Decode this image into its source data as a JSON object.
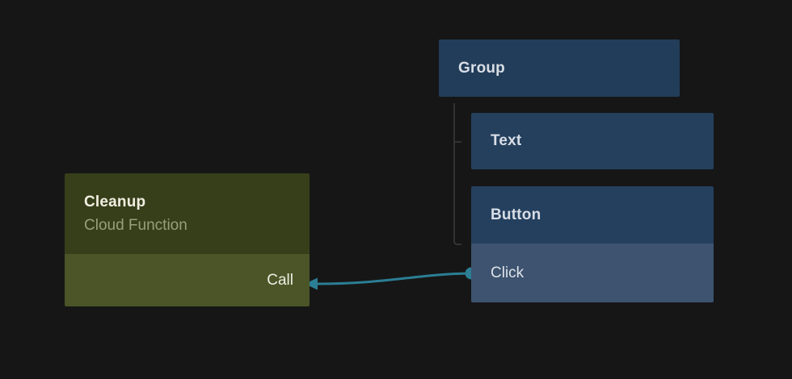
{
  "canvas": {
    "background": "#161616"
  },
  "colors": {
    "node_header_blue": "#223d59",
    "node_child_header_blue": "#24405e",
    "event_row_blue": "#3d536f",
    "function_header_green": "#363f1a",
    "action_row_green": "#4b5528",
    "connection_teal": "#2b7e94",
    "tree_line_gray": "#3c3c3c",
    "node_label_text": "#d9dee6",
    "function_title_text": "#f1eee1",
    "function_subtitle_text": "#96a078"
  },
  "nodes": {
    "group": {
      "label": "Group"
    },
    "text": {
      "label": "Text"
    },
    "button": {
      "label": "Button",
      "event": "Click"
    },
    "cleanup": {
      "title": "Cleanup",
      "subtitle": "Cloud Function",
      "action": "Call"
    }
  }
}
